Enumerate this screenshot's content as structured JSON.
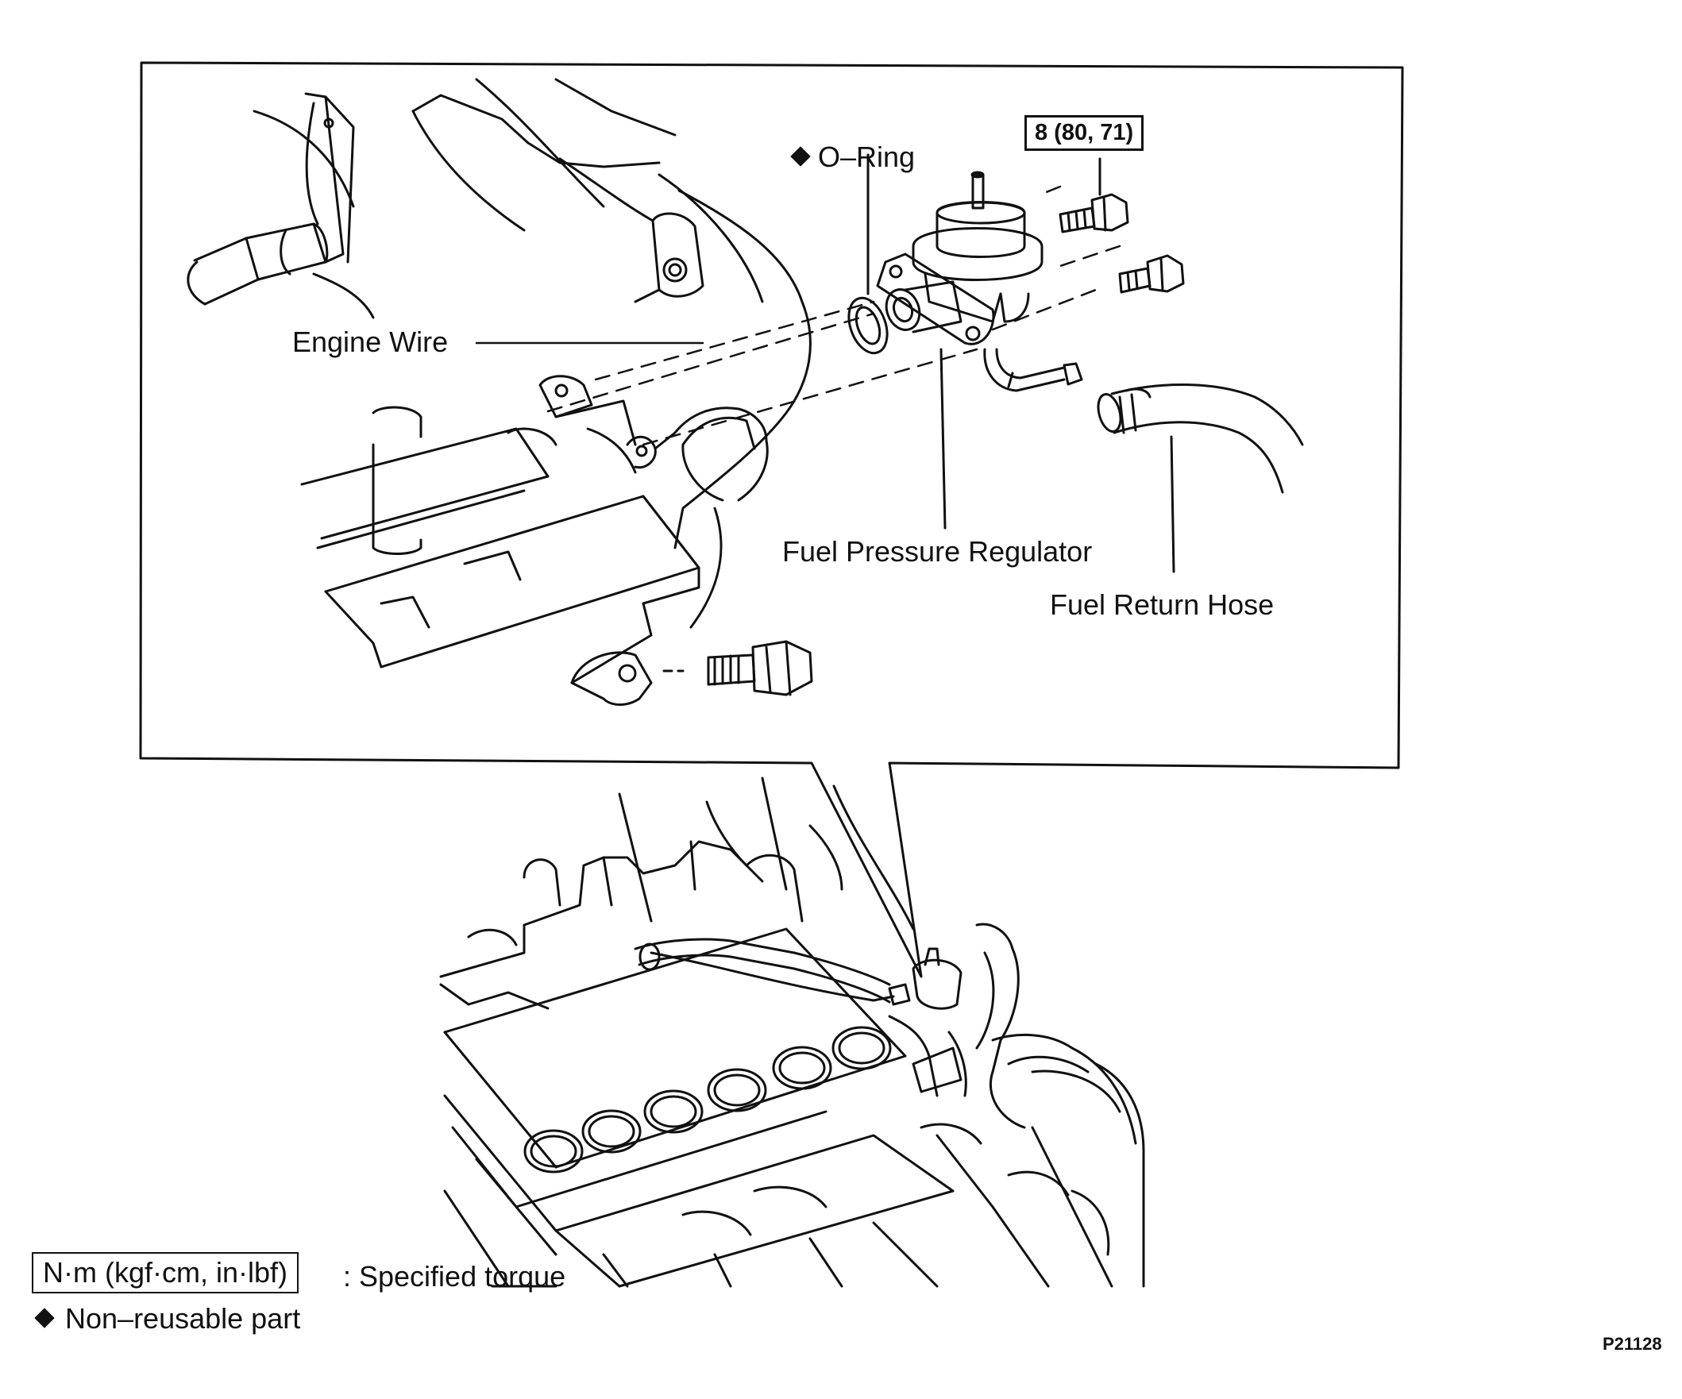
{
  "labels": {
    "o_ring": "O–Ring",
    "torque_value": "8 (80, 71)",
    "engine_wire": "Engine Wire",
    "fuel_pressure_regulator": "Fuel Pressure Regulator",
    "fuel_return_hose": "Fuel Return Hose"
  },
  "legend": {
    "torque_unit": "N·m (kgf·cm, in·lbf)",
    "torque_text": ": Specified torque",
    "nonreusable_text": "Non–reusable part"
  },
  "symbols": {
    "nonreusable_icon": "◆"
  },
  "figure_code": "P21128"
}
